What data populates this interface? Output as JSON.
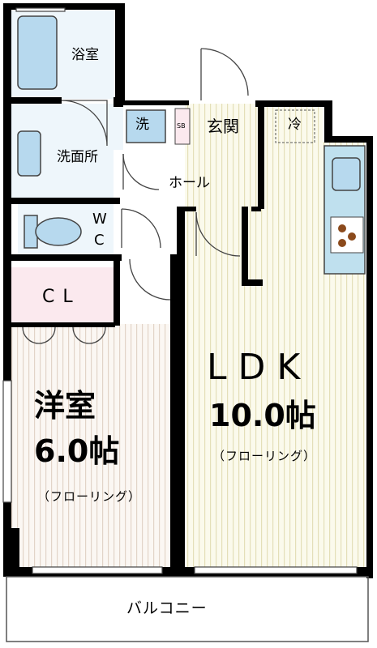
{
  "rooms": {
    "bath": "浴室",
    "washroom": "洗面所",
    "washer": "洗",
    "shoe_box": "SB",
    "entrance": "玄関",
    "fridge": "冷",
    "hall": "ホール",
    "wc_w": "W",
    "wc_c": "C",
    "closet": "CL",
    "western_room_name": "洋室",
    "western_room_size": "6.0帖",
    "western_room_floor": "（フローリング）",
    "ldk_name": "LDK",
    "ldk_size": "10.0帖",
    "ldk_floor": "（フローリング）",
    "balcony": "バルコニー"
  },
  "colors": {
    "wall": "#000000",
    "flooring_stripe": "#e2d4c8",
    "flooring_ldk": "#f6f4d8",
    "tile_blue": "#eef6fb",
    "fixture_blue": "#b7d9ee",
    "closet_pink": "#fbe9ee",
    "entrance_gray": "#d8d8d8",
    "kitchen": "#bfe0ee"
  }
}
